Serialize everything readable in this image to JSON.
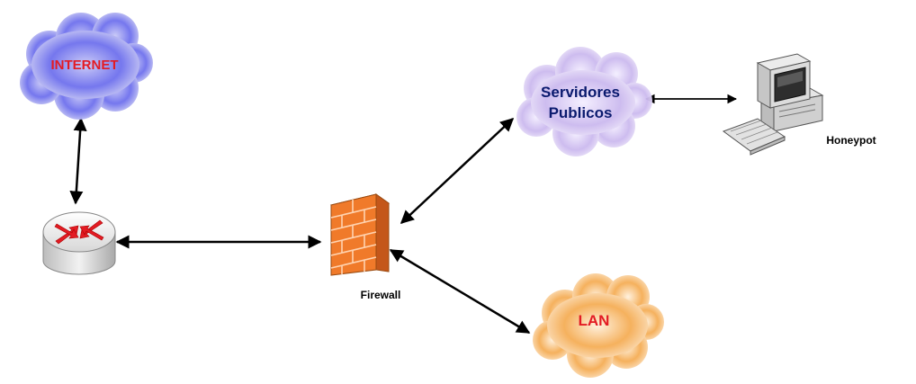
{
  "nodes": {
    "internet": {
      "label": "INTERNET",
      "label_color": "#e31b23"
    },
    "servidores": {
      "label_line1": "Servidores",
      "label_line2": "Publicos",
      "label_color": "#0a1a6e"
    },
    "lan": {
      "label": "LAN",
      "label_color": "#e31b23"
    },
    "firewall": {
      "label": "Firewall",
      "label_color": "#000000"
    },
    "honeypot": {
      "label": "Honeypot",
      "label_color": "#000000"
    }
  },
  "icons": {
    "internet": "cloud-icon",
    "servidores": "cloud-icon",
    "lan": "cloud-icon",
    "router": "router-icon",
    "firewall": "firewall-icon",
    "honeypot": "desktop-computer-icon"
  },
  "colors": {
    "cloud_blue": "#5a5cf0",
    "cloud_lavender": "#c9b8ef",
    "cloud_orange": "#f5a84a",
    "firewall_brick": "#f07a2a",
    "router_arrows": "#e31b23",
    "connector": "#000000"
  }
}
